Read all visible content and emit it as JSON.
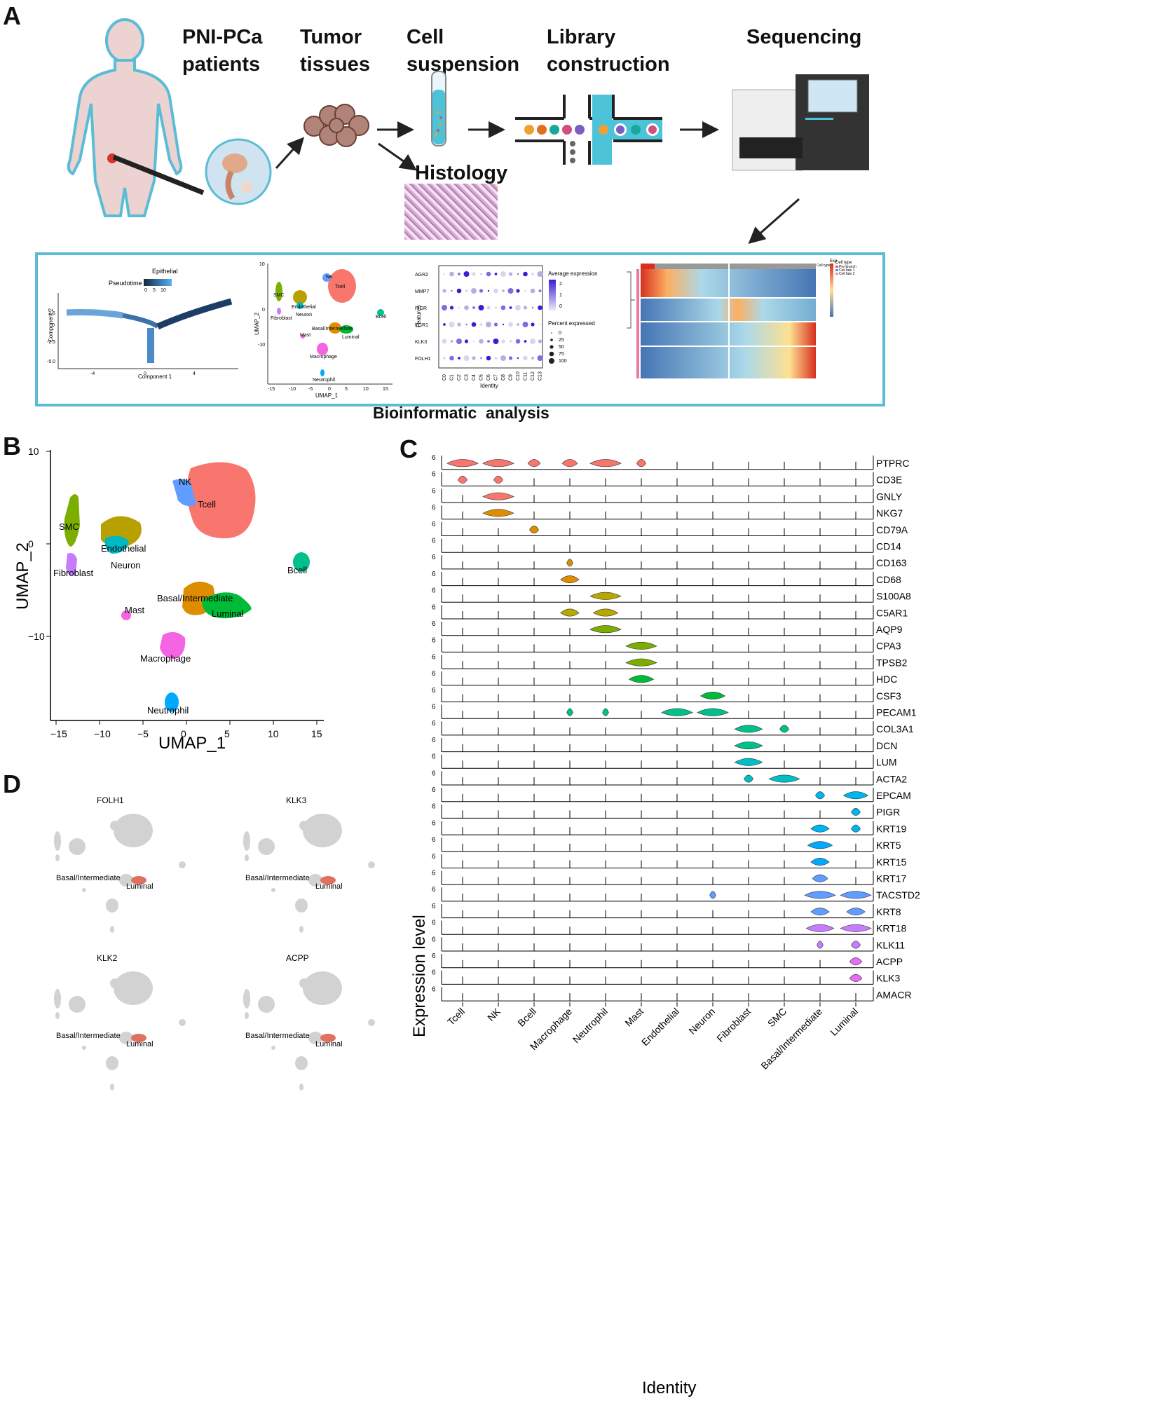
{
  "panels": {
    "a": {
      "letter": "A",
      "steps": [
        {
          "label": "PNI-PCa\npatients"
        },
        {
          "label": "Tumor\ntissues"
        },
        {
          "label": "Cell\nsuspension"
        },
        {
          "label": "Library\nconstruction"
        },
        {
          "label": "Sequencing"
        }
      ],
      "histology": "Histology",
      "analysis_title": "Bioinformatic  analysis",
      "trajectory": {
        "title": "Epithelial",
        "legend": "Pseudotime",
        "ticks": [
          "0",
          "5",
          "10"
        ],
        "xlabel": "Component 1",
        "ylabel": "Component 2",
        "yticks": [
          "2.5",
          "0",
          "-2.5",
          "-5.0"
        ],
        "xticks": [
          "-4",
          "0",
          "4"
        ]
      },
      "mini_umap": {
        "xlabel": "UMAP_1",
        "ylabel": "UMAP_2",
        "labels": [
          "NK",
          "Tcell",
          "SMC",
          "Endothelial",
          "Fibroblast",
          "Neuron",
          "Bcell",
          "Basal/Intermediate",
          "Mast",
          "Luminal",
          "Macrophage",
          "Neutrophil"
        ],
        "xticks": [
          "-15",
          "-10",
          "-5",
          "0",
          "5",
          "10",
          "15"
        ],
        "yticks": [
          "10",
          "0",
          "-10"
        ]
      },
      "dotplot": {
        "genes": [
          "AGR2",
          "MMP7",
          "PIGR",
          "EGR1",
          "KLK3",
          "FOLH1"
        ],
        "clusters": [
          "C0",
          "C1",
          "C2",
          "C3",
          "C4",
          "C5",
          "C6",
          "C7",
          "C8",
          "C9",
          "C10",
          "C11",
          "C12",
          "C13"
        ],
        "xlabel": "Identity",
        "ylabel": "Features",
        "legend_avg": "Average expression",
        "avg_ticks": [
          "2",
          "1",
          "0"
        ],
        "legend_pct": "Percent expressed",
        "pct_ticks": [
          "0",
          "25",
          "50",
          "75",
          "100"
        ]
      },
      "heatmap": {
        "legend_title": "Exp",
        "legend_celltype": "Cell type",
        "legend_items": [
          "Pre-branch",
          "Cell fate 1",
          "Cell fate 2"
        ],
        "col_header": "Cell type"
      }
    },
    "b": {
      "letter": "B",
      "xlabel": "UMAP_1",
      "ylabel": "UMAP_2",
      "xticks": [
        "−15",
        "−10",
        "−5",
        "0",
        "5",
        "10",
        "15"
      ],
      "yticks": [
        "10",
        "0",
        "−10"
      ],
      "clusters": [
        {
          "name": "Tcell",
          "color": "#f8766d"
        },
        {
          "name": "NK",
          "color": "#619cff"
        },
        {
          "name": "SMC",
          "color": "#7cae00"
        },
        {
          "name": "Endothelial",
          "color": "#b8a000"
        },
        {
          "name": "Neuron",
          "color": "#00b8c4"
        },
        {
          "name": "Fibroblast",
          "color": "#c77cff"
        },
        {
          "name": "Bcell",
          "color": "#00c08b"
        },
        {
          "name": "Basal/Intermediate",
          "color": "#de8c00"
        },
        {
          "name": "Luminal",
          "color": "#00ba38"
        },
        {
          "name": "Mast",
          "color": "#f564e3"
        },
        {
          "name": "Macrophage",
          "color": "#f564e3"
        },
        {
          "name": "Neutrophil",
          "color": "#00a9ff"
        }
      ]
    },
    "c": {
      "letter": "C",
      "ylabel": "Expression level",
      "xlabel": "Identity",
      "tick": "6",
      "identities": [
        "Tcell",
        "NK",
        "Bcell",
        "Macrophage",
        "Neutrophil",
        "Mast",
        "Endothelial",
        "Neuron",
        "Fibroblast",
        "SMC",
        "Basal/Intermediate",
        "Luminal"
      ],
      "genes": [
        "PTPRC",
        "CD3E",
        "GNLY",
        "NKG7",
        "CD79A",
        "CD14",
        "CD163",
        "CD68",
        "S100A8",
        "C5AR1",
        "AQP9",
        "CPA3",
        "TPSB2",
        "HDC",
        "CSF3",
        "PECAM1",
        "COL3A1",
        "DCN",
        "LUM",
        "ACTA2",
        "EPCAM",
        "PIGR",
        "KRT19",
        "KRT5",
        "KRT15",
        "KRT17",
        "TACSTD2",
        "KRT8",
        "KRT18",
        "KLK11",
        "ACPP",
        "KLK3",
        "AMACR"
      ]
    },
    "d": {
      "letter": "D",
      "plots": [
        {
          "title": "FOLH1",
          "label1": "Basal/Intermediate",
          "label2": "Luminal"
        },
        {
          "title": "KLK3",
          "label1": "Basal/Intermediate",
          "label2": "Luminal"
        },
        {
          "title": "KLK2",
          "label1": "Basal/Intermediate",
          "label2": "Luminal"
        },
        {
          "title": "ACPP",
          "label1": "Basal/Intermediate",
          "label2": "Luminal"
        }
      ]
    }
  }
}
